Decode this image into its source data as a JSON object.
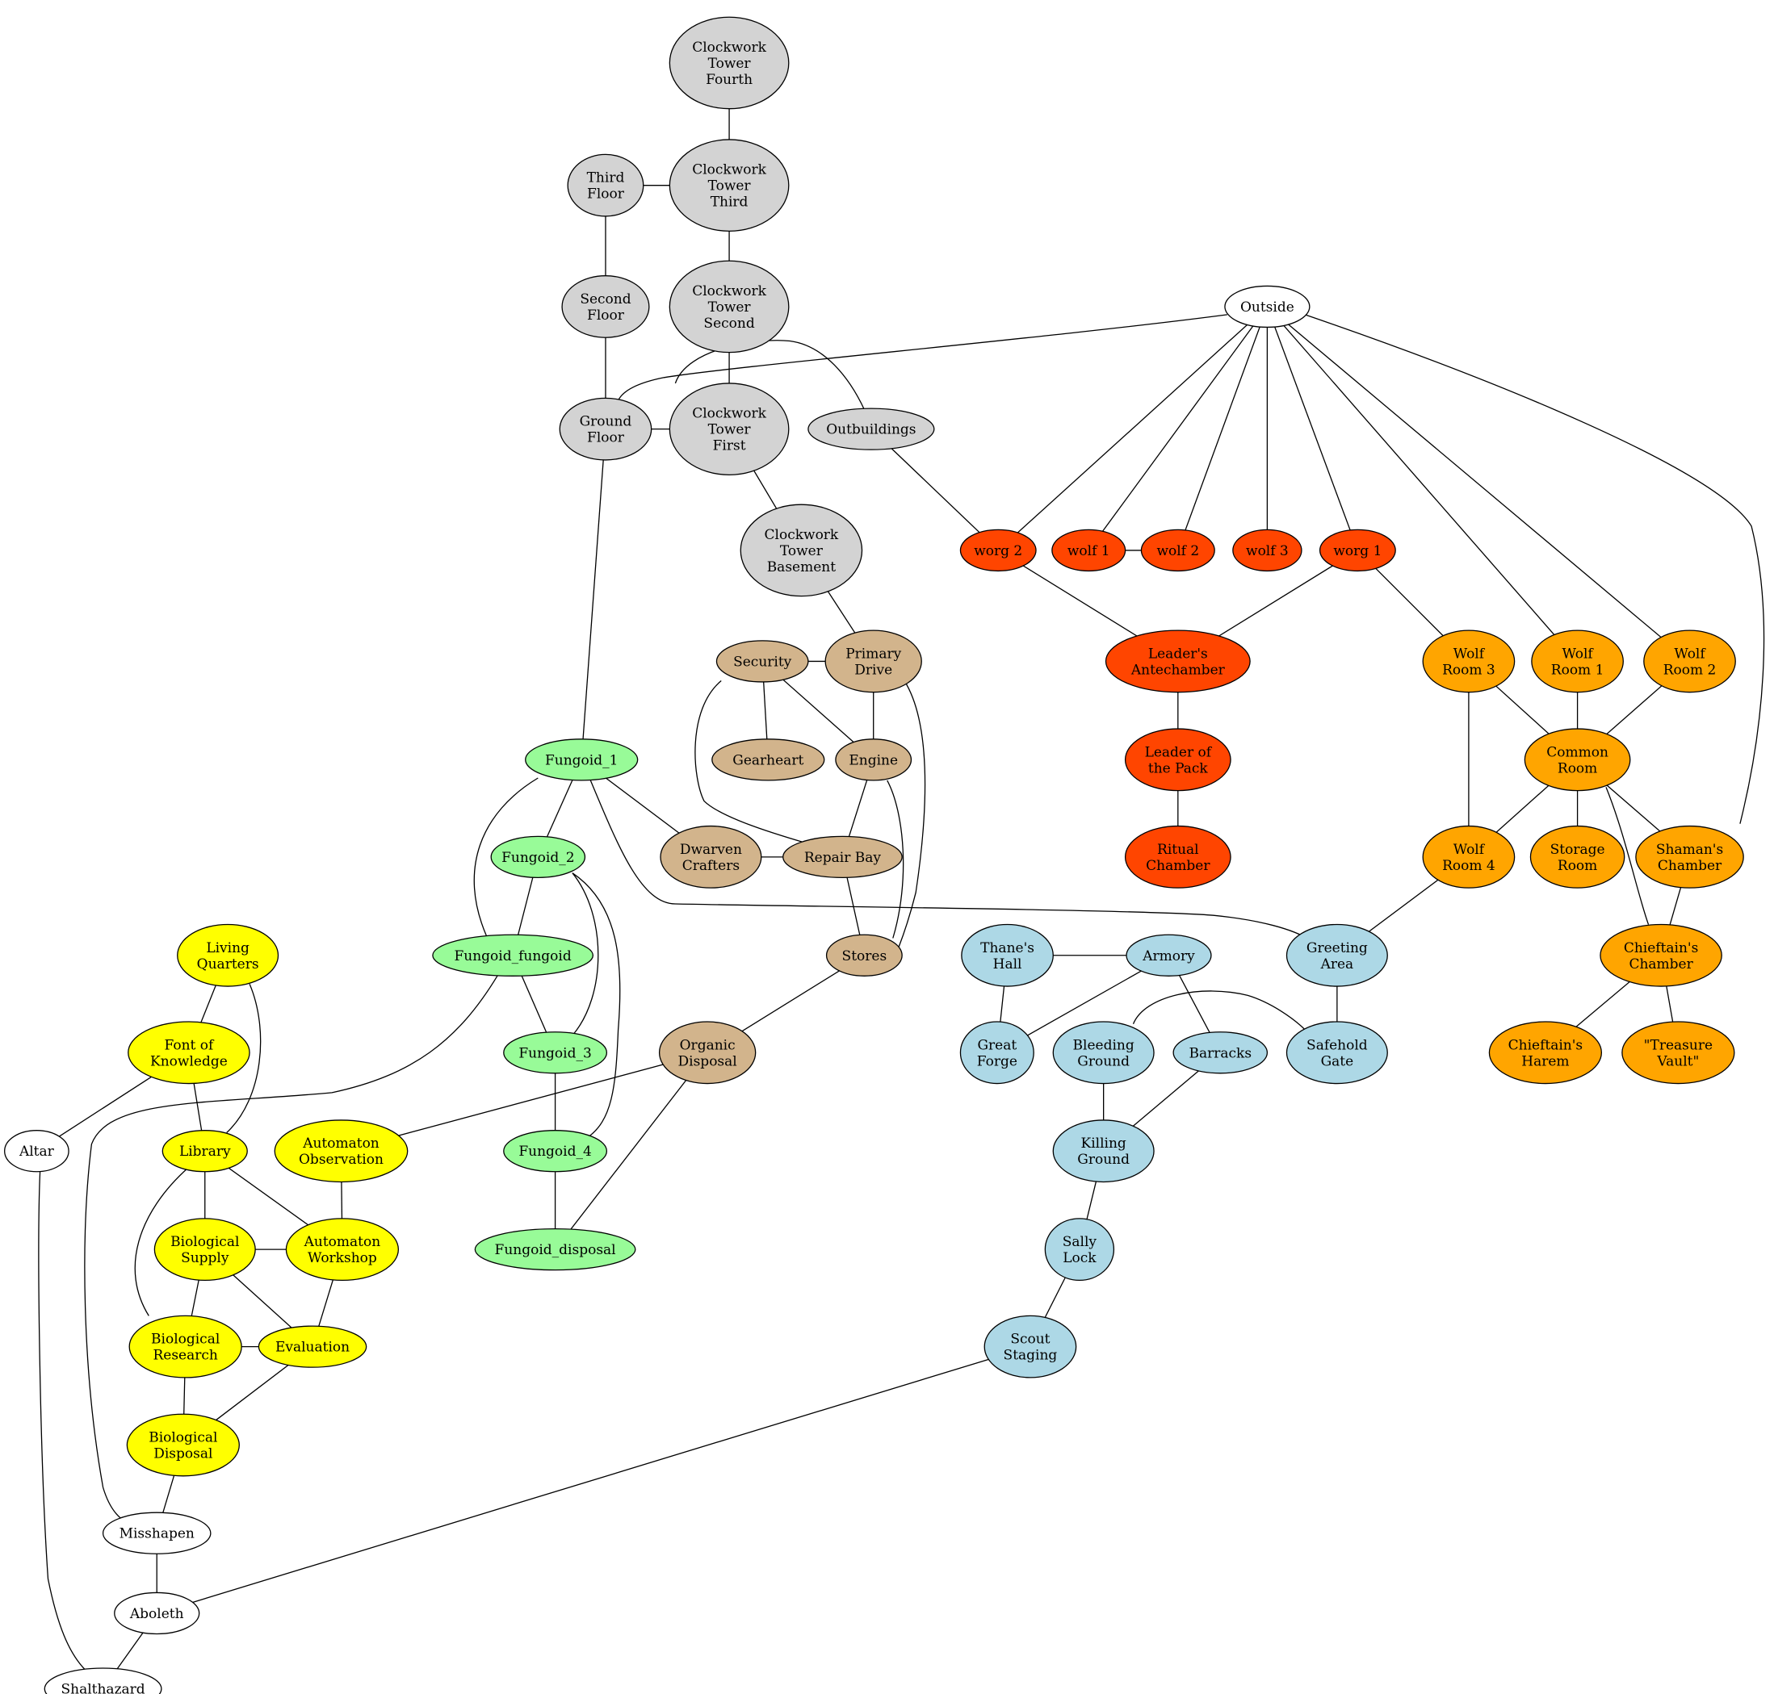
{
  "palette": {
    "gray": "#d3d3d3",
    "tan": "#d2b48c",
    "red": "#ff4500",
    "orange": "#ffa500",
    "green": "#98fb98",
    "blue": "#add8e6",
    "yellow": "#ffff00",
    "white": "#ffffff",
    "red_outline": "#ff0000"
  },
  "nodes": [
    {
      "id": "ct4",
      "label": [
        "Clockwork",
        "Tower",
        "Fourth"
      ],
      "color": "gray"
    },
    {
      "id": "ct3",
      "label": [
        "Clockwork",
        "Tower",
        "Third"
      ],
      "color": "gray"
    },
    {
      "id": "ct2",
      "label": [
        "Clockwork",
        "Tower",
        "Second"
      ],
      "color": "gray"
    },
    {
      "id": "ct1",
      "label": [
        "Clockwork",
        "Tower",
        "First"
      ],
      "color": "gray"
    },
    {
      "id": "ctb",
      "label": [
        "Clockwork",
        "Tower",
        "Basement"
      ],
      "color": "gray"
    },
    {
      "id": "third",
      "label": [
        "Third",
        "Floor"
      ],
      "color": "gray"
    },
    {
      "id": "second",
      "label": [
        "Second",
        "Floor"
      ],
      "color": "gray"
    },
    {
      "id": "ground",
      "label": [
        "Ground",
        "Floor"
      ],
      "color": "gray"
    },
    {
      "id": "outb",
      "label": [
        "Outbuildings"
      ],
      "color": "gray"
    },
    {
      "id": "outside",
      "label": [
        "Outside"
      ],
      "color": "white"
    },
    {
      "id": "worg2",
      "label": [
        "worg 2"
      ],
      "color": "red"
    },
    {
      "id": "wolf1",
      "label": [
        "wolf 1"
      ],
      "color": "red"
    },
    {
      "id": "wolf2",
      "label": [
        "wolf 2"
      ],
      "color": "red"
    },
    {
      "id": "wolf3",
      "label": [
        "wolf 3"
      ],
      "color": "red"
    },
    {
      "id": "worg1",
      "label": [
        "worg 1"
      ],
      "color": "red"
    },
    {
      "id": "ante",
      "label": [
        "Leader's",
        "Antechamber"
      ],
      "color": "red"
    },
    {
      "id": "leader",
      "label": [
        "Leader of",
        "the Pack"
      ],
      "color": "red"
    },
    {
      "id": "ritual",
      "label": [
        "Ritual",
        "Chamber"
      ],
      "color": "red"
    },
    {
      "id": "wr3",
      "label": [
        "Wolf",
        "Room 3"
      ],
      "color": "orange"
    },
    {
      "id": "wr1",
      "label": [
        "Wolf",
        "Room 1"
      ],
      "color": "orange"
    },
    {
      "id": "wr2",
      "label": [
        "Wolf",
        "Room 2"
      ],
      "color": "orange"
    },
    {
      "id": "common",
      "label": [
        "Common",
        "Room"
      ],
      "color": "orange"
    },
    {
      "id": "wr4",
      "label": [
        "Wolf",
        "Room 4"
      ],
      "color": "orange"
    },
    {
      "id": "storage",
      "label": [
        "Storage",
        "Room"
      ],
      "color": "orange"
    },
    {
      "id": "shaman",
      "label": [
        "Shaman's",
        "Chamber"
      ],
      "color": "orange"
    },
    {
      "id": "chief",
      "label": [
        "Chieftain's",
        "Chamber"
      ],
      "color": "orange"
    },
    {
      "id": "harem",
      "label": [
        "Chieftain's",
        "Harem"
      ],
      "color": "orange"
    },
    {
      "id": "vault",
      "label": [
        "\"Treasure",
        "Vault\""
      ],
      "color": "orange"
    },
    {
      "id": "security",
      "label": [
        "Security"
      ],
      "color": "tan"
    },
    {
      "id": "primary",
      "label": [
        "Primary",
        "Drive"
      ],
      "color": "tan"
    },
    {
      "id": "gearheart",
      "label": [
        "Gearheart"
      ],
      "color": "tan"
    },
    {
      "id": "engine",
      "label": [
        "Engine"
      ],
      "color": "tan"
    },
    {
      "id": "dwarven",
      "label": [
        "Dwarven",
        "Crafters"
      ],
      "color": "tan"
    },
    {
      "id": "repair",
      "label": [
        "Repair Bay"
      ],
      "color": "tan"
    },
    {
      "id": "stores",
      "label": [
        "Stores"
      ],
      "color": "tan"
    },
    {
      "id": "organic",
      "label": [
        "Organic",
        "Disposal"
      ],
      "color": "tan"
    },
    {
      "id": "f1",
      "label": [
        "Fungoid_1"
      ],
      "color": "green"
    },
    {
      "id": "f2",
      "label": [
        "Fungoid_2"
      ],
      "color": "green"
    },
    {
      "id": "ffungoid",
      "label": [
        "Fungoid_fungoid"
      ],
      "color": "green"
    },
    {
      "id": "f3",
      "label": [
        "Fungoid_3"
      ],
      "color": "green"
    },
    {
      "id": "f4",
      "label": [
        "Fungoid_4"
      ],
      "color": "green"
    },
    {
      "id": "fdisp",
      "label": [
        "Fungoid_disposal"
      ],
      "color": "green"
    },
    {
      "id": "thane",
      "label": [
        "Thane's",
        "Hall"
      ],
      "color": "blue"
    },
    {
      "id": "armory",
      "label": [
        "Armory"
      ],
      "color": "blue"
    },
    {
      "id": "greeting",
      "label": [
        "Greeting",
        "Area"
      ],
      "color": "blue"
    },
    {
      "id": "forge",
      "label": [
        "Great",
        "Forge"
      ],
      "color": "blue"
    },
    {
      "id": "bleeding",
      "label": [
        "Bleeding",
        "Ground"
      ],
      "color": "blue"
    },
    {
      "id": "barracks",
      "label": [
        "Barracks"
      ],
      "color": "blue"
    },
    {
      "id": "safehold",
      "label": [
        "Safehold",
        "Gate"
      ],
      "color": "blue"
    },
    {
      "id": "killing",
      "label": [
        "Killing",
        "Ground"
      ],
      "color": "blue"
    },
    {
      "id": "sally",
      "label": [
        "Sally",
        "Lock"
      ],
      "color": "blue"
    },
    {
      "id": "scout",
      "label": [
        "Scout",
        "Staging"
      ],
      "color": "blue"
    },
    {
      "id": "living",
      "label": [
        "Living",
        "Quarters"
      ],
      "color": "yellow"
    },
    {
      "id": "font",
      "label": [
        "Font of",
        "Knowledge"
      ],
      "color": "yellow"
    },
    {
      "id": "library",
      "label": [
        "Library"
      ],
      "color": "yellow"
    },
    {
      "id": "autoobs",
      "label": [
        "Automaton",
        "Observation"
      ],
      "color": "yellow"
    },
    {
      "id": "biosup",
      "label": [
        "Biological",
        "Supply"
      ],
      "color": "yellow"
    },
    {
      "id": "autowork",
      "label": [
        "Automaton",
        "Workshop"
      ],
      "color": "yellow"
    },
    {
      "id": "biores",
      "label": [
        "Biological",
        "Research"
      ],
      "color": "yellow"
    },
    {
      "id": "eval",
      "label": [
        "Evaluation"
      ],
      "color": "yellow"
    },
    {
      "id": "biodisp",
      "label": [
        "Biological",
        "Disposal"
      ],
      "color": "yellow"
    },
    {
      "id": "altar",
      "label": [
        "Altar"
      ],
      "color": "white",
      "outline": "red_outline"
    },
    {
      "id": "misshapen",
      "label": [
        "Misshapen"
      ],
      "color": "white",
      "outline": "red_outline"
    },
    {
      "id": "aboleth",
      "label": [
        "Aboleth"
      ],
      "color": "white",
      "outline": "red_outline"
    },
    {
      "id": "shal",
      "label": [
        "Shalthazard"
      ],
      "color": "white",
      "outline": "red_outline"
    }
  ],
  "edges": [
    [
      "ct4",
      "ct3"
    ],
    [
      "third",
      "ct3"
    ],
    [
      "ct3",
      "ct2"
    ],
    [
      "third",
      "second"
    ],
    [
      "second",
      "ground"
    ],
    [
      "ct2",
      "ct1"
    ],
    [
      "ground",
      "ct1"
    ],
    [
      "ground",
      "outb"
    ],
    [
      "outside",
      "ground"
    ],
    [
      "ct1",
      "ctb"
    ],
    [
      "outb",
      "worg2"
    ],
    [
      "ctb",
      "primary"
    ],
    [
      "ground",
      "f1"
    ],
    [
      "outside",
      "worg2"
    ],
    [
      "outside",
      "wolf1"
    ],
    [
      "outside",
      "wolf2"
    ],
    [
      "outside",
      "wolf3"
    ],
    [
      "outside",
      "worg1"
    ],
    [
      "outside",
      "wr1"
    ],
    [
      "outside",
      "wr2"
    ],
    [
      "outside",
      "shaman"
    ],
    [
      "wolf1",
      "wolf2"
    ],
    [
      "worg2",
      "ante"
    ],
    [
      "worg1",
      "ante"
    ],
    [
      "worg1",
      "wr3"
    ],
    [
      "ante",
      "leader"
    ],
    [
      "leader",
      "ritual"
    ],
    [
      "wr3",
      "common"
    ],
    [
      "wr1",
      "common"
    ],
    [
      "wr2",
      "common"
    ],
    [
      "wr3",
      "wr4"
    ],
    [
      "common",
      "wr4"
    ],
    [
      "common",
      "storage"
    ],
    [
      "common",
      "shaman"
    ],
    [
      "common",
      "chief"
    ],
    [
      "shaman",
      "chief"
    ],
    [
      "chief",
      "harem"
    ],
    [
      "chief",
      "vault"
    ],
    [
      "wr4",
      "greeting"
    ],
    [
      "greeting",
      "safehold"
    ],
    [
      "security",
      "primary"
    ],
    [
      "security",
      "gearheart"
    ],
    [
      "security",
      "engine"
    ],
    [
      "security",
      "repair"
    ],
    [
      "primary",
      "engine"
    ],
    [
      "primary",
      "stores"
    ],
    [
      "engine",
      "repair"
    ],
    [
      "engine",
      "stores"
    ],
    [
      "dwarven",
      "repair"
    ],
    [
      "repair",
      "stores"
    ],
    [
      "stores",
      "organic"
    ],
    [
      "f1",
      "dwarven"
    ],
    [
      "f1",
      "f2"
    ],
    [
      "f1",
      "ffungoid"
    ],
    [
      "f1",
      "greeting"
    ],
    [
      "f2",
      "ffungoid"
    ],
    [
      "f2",
      "f3"
    ],
    [
      "f2",
      "f4"
    ],
    [
      "ffungoid",
      "f3"
    ],
    [
      "ffungoid",
      "misshapen"
    ],
    [
      "f3",
      "f4"
    ],
    [
      "f4",
      "fdisp"
    ],
    [
      "organic",
      "fdisp"
    ],
    [
      "organic",
      "autoobs"
    ],
    [
      "thane",
      "armory"
    ],
    [
      "thane",
      "forge"
    ],
    [
      "armory",
      "forge"
    ],
    [
      "armory",
      "barracks"
    ],
    [
      "bleeding",
      "safehold"
    ],
    [
      "bleeding",
      "killing"
    ],
    [
      "barracks",
      "killing"
    ],
    [
      "killing",
      "sally"
    ],
    [
      "sally",
      "scout"
    ],
    [
      "scout",
      "aboleth"
    ],
    [
      "living",
      "font"
    ],
    [
      "living",
      "library"
    ],
    [
      "font",
      "library"
    ],
    [
      "font",
      "altar"
    ],
    [
      "library",
      "biosup"
    ],
    [
      "library",
      "autowork"
    ],
    [
      "library",
      "biores"
    ],
    [
      "autoobs",
      "autowork"
    ],
    [
      "biosup",
      "autowork"
    ],
    [
      "biosup",
      "biores"
    ],
    [
      "biosup",
      "eval"
    ],
    [
      "autowork",
      "eval"
    ],
    [
      "biores",
      "eval"
    ],
    [
      "biores",
      "biodisp"
    ],
    [
      "eval",
      "biodisp"
    ],
    [
      "biodisp",
      "misshapen"
    ],
    [
      "misshapen",
      "aboleth"
    ],
    [
      "aboleth",
      "shal"
    ],
    [
      "altar",
      "shal"
    ]
  ]
}
